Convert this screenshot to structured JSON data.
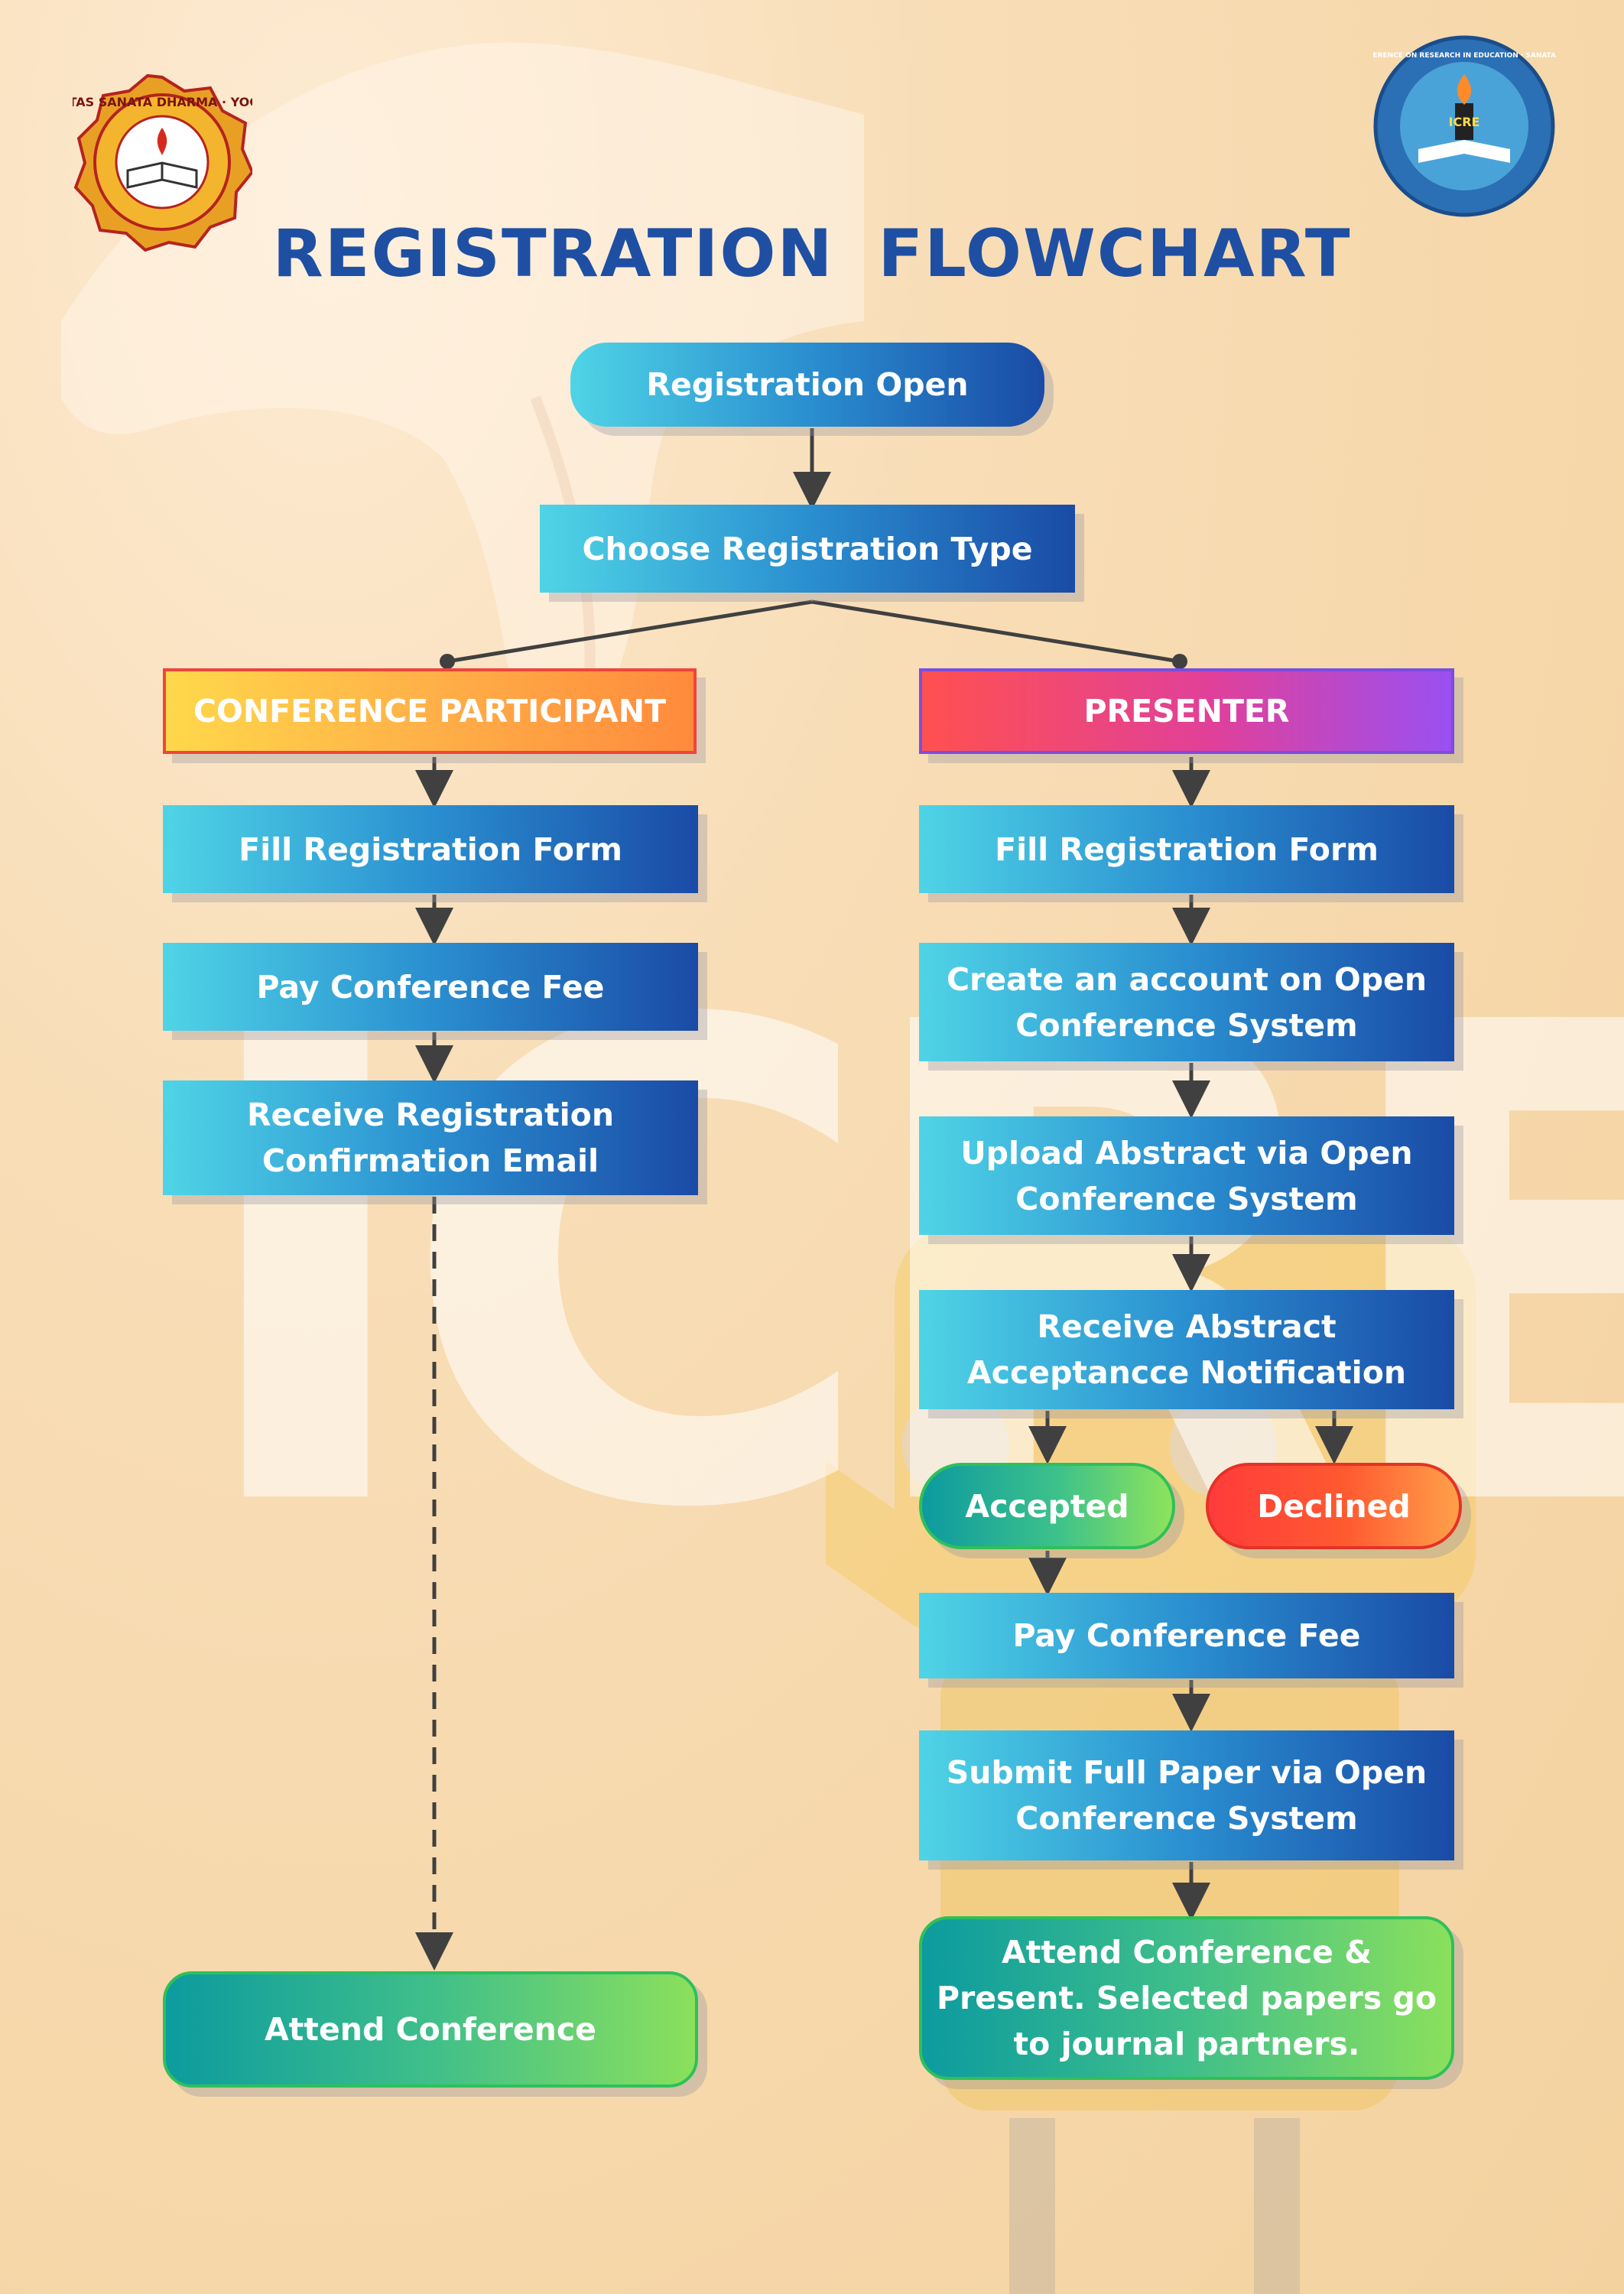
{
  "logos": {
    "left": {
      "icon": "sanata-dharma-seal",
      "text": "UNIVERSITAS SANATA DHARMA · YOGYAKARTA"
    },
    "right": {
      "icon": "icre-conference-emblem",
      "text": "INTERNATIONAL CONFERENCE ON RESEARCH IN EDUCATION · SANATA DHARMA UNIVERSITY"
    }
  },
  "watermark": "ICRE",
  "title": "REGISTRATION FLOWCHART",
  "top": {
    "registration_open": "Registration Open",
    "choose_type": "Choose Registration Type"
  },
  "participant": {
    "header": "CONFERENCE PARTICIPANT",
    "steps": [
      "Fill Registration Form",
      "Pay Conference Fee",
      "Receive Registration Confirmation Email"
    ],
    "final": "Attend Conference"
  },
  "presenter": {
    "header": "PRESENTER",
    "steps": [
      "Fill Registration Form",
      "Create an account on Open Conference System",
      "Upload Abstract via Open Conference System",
      "Receive Abstract Acceptancce Notification"
    ],
    "accepted": "Accepted",
    "declined": "Declined",
    "after": [
      "Pay Conference Fee",
      "Submit Full Paper via Open Conference System"
    ],
    "final": "Attend Conference & Present. Selected papers go to journal partners."
  },
  "colors": {
    "title": "#1e4fa3",
    "connector": "#404040"
  }
}
